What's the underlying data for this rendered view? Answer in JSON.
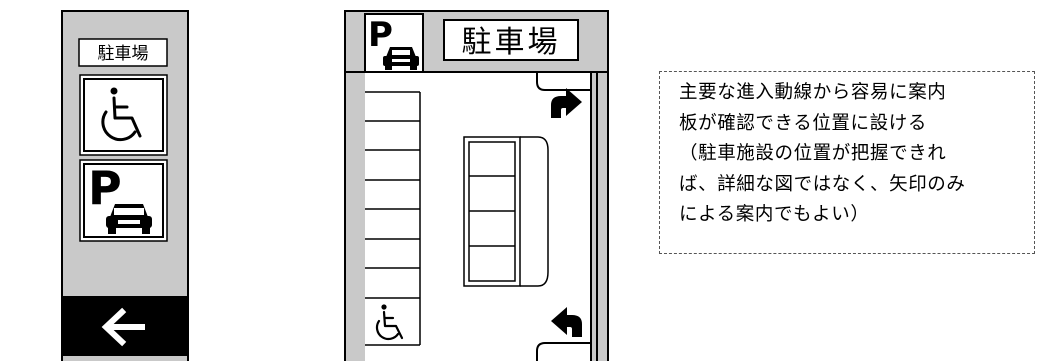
{
  "left_sign": {
    "label": "駐車場",
    "icons": [
      "wheelchair-icon",
      "parking-car-icon",
      "arrow-left-icon"
    ]
  },
  "center_sign": {
    "title": "駐車場",
    "icons": [
      "parking-car-icon",
      "wheelchair-icon",
      "arrow-turn-right-icon",
      "arrow-turn-left-icon"
    ]
  },
  "note": {
    "lines": [
      "主要な進入動線から容易に案内",
      "板が確認できる位置に設ける",
      "（駐車施設の位置が把握できれ",
      "ば、詳細な図ではなく、矢印のみ",
      "による案内でもよい）"
    ]
  }
}
